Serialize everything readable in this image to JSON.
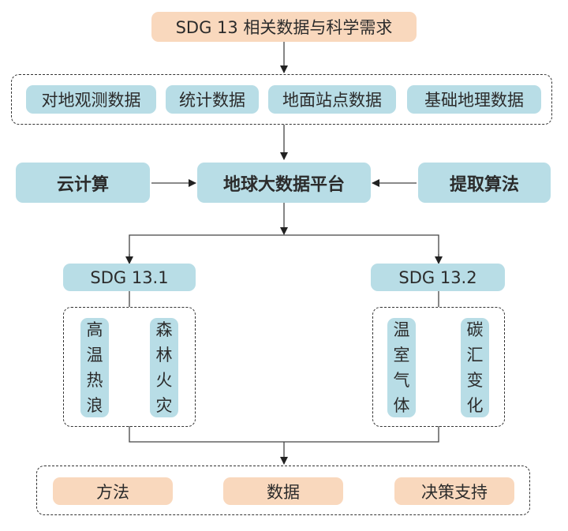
{
  "top": {
    "label": "SDG 13 相关数据与科学需求"
  },
  "data_sources": [
    {
      "label": "对地观测数据"
    },
    {
      "label": "统计数据"
    },
    {
      "label": "地面站点数据"
    },
    {
      "label": "基础地理数据"
    }
  ],
  "platform": {
    "left": {
      "label": "云计算"
    },
    "center": {
      "label": "地球大数据平台"
    },
    "right": {
      "label": "提取算法"
    }
  },
  "sdg_13_1": {
    "label": "SDG 13.1",
    "items": [
      {
        "chars": [
          "高",
          "温",
          "热",
          "浪"
        ]
      },
      {
        "chars": [
          "森",
          "林",
          "火",
          "灾"
        ]
      }
    ]
  },
  "sdg_13_2": {
    "label": "SDG 13.2",
    "items": [
      {
        "chars": [
          "温",
          "室",
          "气",
          "体"
        ]
      },
      {
        "chars": [
          "碳",
          "汇",
          "变",
          "化"
        ]
      }
    ]
  },
  "outputs": [
    {
      "label": "方法"
    },
    {
      "label": "数据"
    },
    {
      "label": "决策支持"
    }
  ],
  "colors": {
    "blue": "#b8dde6",
    "peach": "#f9d8bd",
    "line": "#333333"
  }
}
